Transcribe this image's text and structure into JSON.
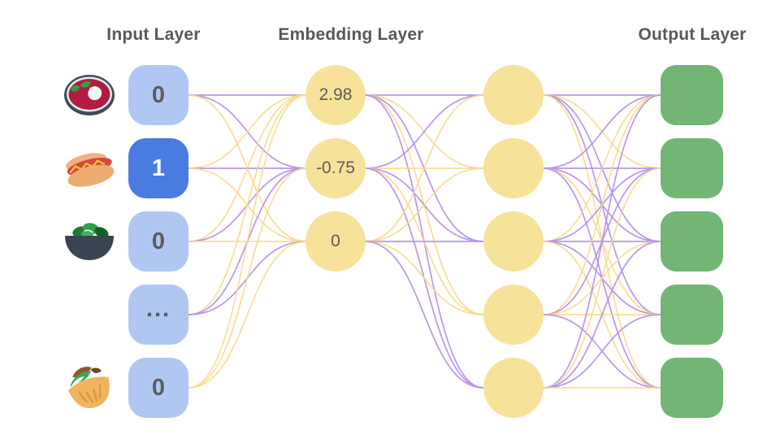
{
  "titles": {
    "input": "Input Layer",
    "embedding": "Embedding Layer",
    "output": "Output Layer"
  },
  "input_layer": {
    "items": [
      {
        "icon": "soup-icon",
        "value": "0",
        "active": false
      },
      {
        "icon": "hotdog-icon",
        "value": "1",
        "active": true
      },
      {
        "icon": "salad-icon",
        "value": "0",
        "active": false
      },
      {
        "icon": "none",
        "value": "...",
        "active": false
      },
      {
        "icon": "pita-icon",
        "value": "0",
        "active": false
      }
    ]
  },
  "embedding_layer": {
    "values": [
      "2.98",
      "-0.75",
      "0"
    ]
  },
  "hidden_layer": {
    "node_count": 5
  },
  "output_layer": {
    "node_count": 5
  },
  "colors": {
    "input_box": "#b0c7f1",
    "input_box_active": "#4a7be0",
    "node_yellow": "#f7e29a",
    "output_green": "#72b575",
    "edge_purple": "#b18cea",
    "edge_gold": "#f7d98b",
    "title_text": "#58585a",
    "value_text": "#5c5c5c",
    "active_value_text": "#ffffff"
  },
  "edges": {
    "input_to_embedding": [
      [
        0,
        0,
        "p"
      ],
      [
        0,
        1,
        "p"
      ],
      [
        0,
        2,
        "g"
      ],
      [
        1,
        0,
        "g"
      ],
      [
        1,
        1,
        "p"
      ],
      [
        1,
        2,
        "g"
      ],
      [
        2,
        0,
        "g"
      ],
      [
        2,
        1,
        "p"
      ],
      [
        2,
        2,
        "g"
      ],
      [
        3,
        0,
        "g"
      ],
      [
        3,
        1,
        "p"
      ],
      [
        3,
        2,
        "p"
      ],
      [
        4,
        0,
        "g"
      ],
      [
        4,
        1,
        "g"
      ],
      [
        4,
        2,
        "g"
      ]
    ],
    "embedding_to_hidden": [
      [
        0,
        0,
        "p"
      ],
      [
        0,
        1,
        "g"
      ],
      [
        0,
        2,
        "p"
      ],
      [
        0,
        3,
        "g"
      ],
      [
        0,
        4,
        "p"
      ],
      [
        1,
        0,
        "p"
      ],
      [
        1,
        1,
        "g"
      ],
      [
        1,
        2,
        "p"
      ],
      [
        1,
        3,
        "g"
      ],
      [
        1,
        4,
        "p"
      ],
      [
        2,
        0,
        "g"
      ],
      [
        2,
        1,
        "g"
      ],
      [
        2,
        2,
        "p"
      ],
      [
        2,
        3,
        "g"
      ],
      [
        2,
        4,
        "p"
      ]
    ],
    "hidden_to_output": [
      [
        0,
        0,
        "p"
      ],
      [
        0,
        1,
        "g"
      ],
      [
        0,
        2,
        "p"
      ],
      [
        0,
        3,
        "p"
      ],
      [
        0,
        4,
        "g"
      ],
      [
        1,
        0,
        "p"
      ],
      [
        1,
        1,
        "p"
      ],
      [
        1,
        2,
        "p"
      ],
      [
        1,
        3,
        "g"
      ],
      [
        1,
        4,
        "p"
      ],
      [
        2,
        0,
        "g"
      ],
      [
        2,
        1,
        "p"
      ],
      [
        2,
        2,
        "p"
      ],
      [
        2,
        3,
        "p"
      ],
      [
        2,
        4,
        "g"
      ],
      [
        3,
        0,
        "g"
      ],
      [
        3,
        1,
        "p"
      ],
      [
        3,
        2,
        "g"
      ],
      [
        3,
        3,
        "g"
      ],
      [
        3,
        4,
        "p"
      ],
      [
        4,
        0,
        "p"
      ],
      [
        4,
        1,
        "g"
      ],
      [
        4,
        2,
        "p"
      ],
      [
        4,
        3,
        "p"
      ],
      [
        4,
        4,
        "g"
      ]
    ]
  }
}
